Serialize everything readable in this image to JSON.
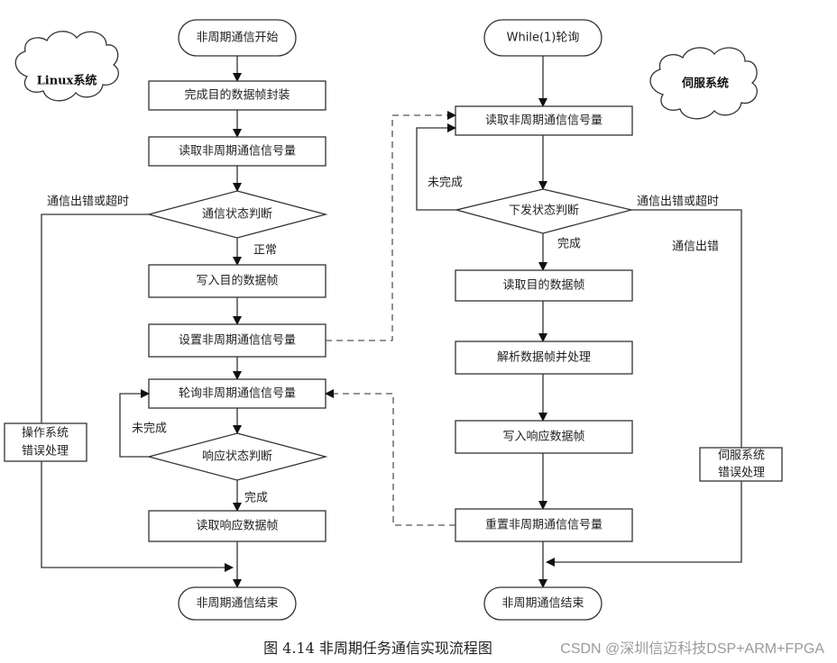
{
  "diagram": {
    "clouds": {
      "linux": "Linux系统",
      "servo": "伺服系统"
    },
    "linux_flow": {
      "start": "非周期通信开始",
      "step1": "完成目的数据帧封装",
      "step2": "读取非周期通信信号量",
      "decision1": "通信状态判断",
      "decision1_ok": "正常",
      "decision1_err": "通信出错或超时",
      "step3": "写入目的数据帧",
      "step4": "设置非周期通信信号量",
      "step5": "轮询非周期通信信号量",
      "decision2": "响应状态判断",
      "decision2_loop": "未完成",
      "decision2_ok": "完成",
      "step6": "读取响应数据帧",
      "error_box_line1": "操作系统",
      "error_box_line2": "错误处理",
      "end": "非周期通信结束"
    },
    "servo_flow": {
      "start": "While(1)轮询",
      "step1": "读取非周期通信信号量",
      "decision1": "下发状态判断",
      "decision1_loop": "未完成",
      "decision1_ok": "完成",
      "decision1_err": "通信出错或超时",
      "err_label": "通信出错",
      "step2": "读取目的数据帧",
      "step3": "解析数据帧并处理",
      "step4": "写入响应数据帧",
      "step5": "重置非周期通信信号量",
      "error_box_line1": "伺服系统",
      "error_box_line2": "错误处理",
      "end": "非周期通信结束"
    },
    "caption": "图 4.14 非周期任务通信实现流程图",
    "watermark": "CSDN @深圳信迈科技DSP+ARM+FPGA"
  }
}
